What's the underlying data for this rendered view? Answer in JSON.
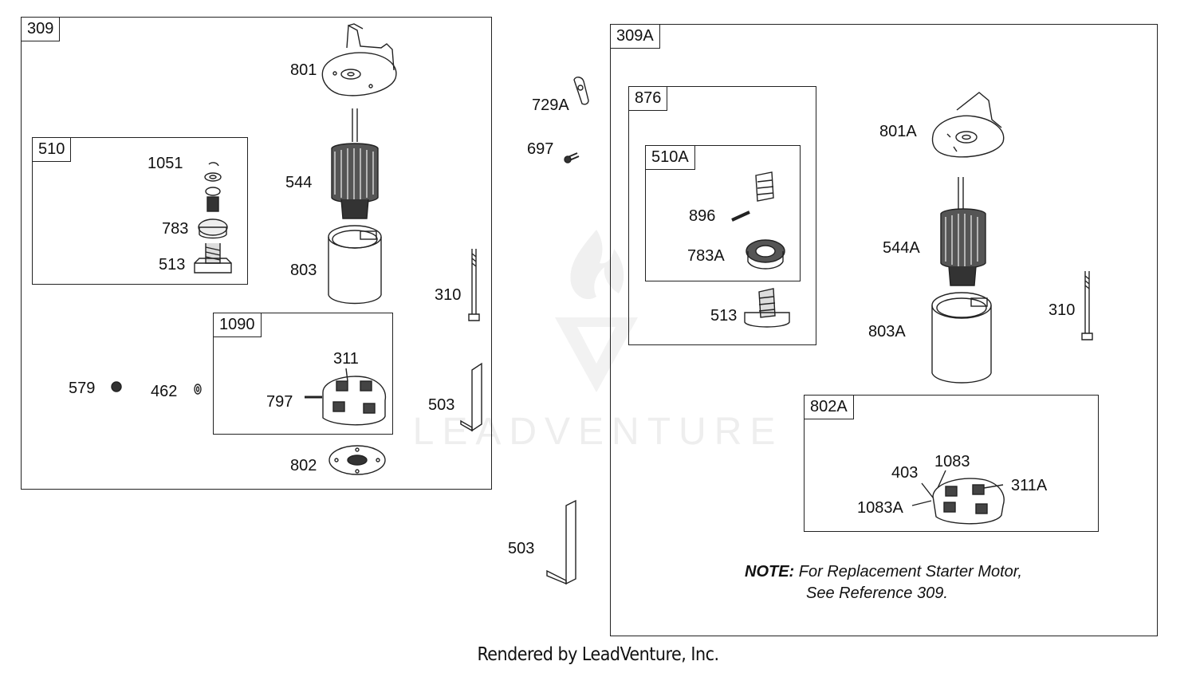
{
  "footer": "Rendered by LeadVenture, Inc.",
  "watermark": "LEADVENTURE",
  "note": {
    "prefix": "NOTE:",
    "line1": "For Replacement Starter Motor,",
    "line2": "See Reference 309."
  },
  "groups": {
    "g309": "309",
    "g510": "510",
    "g1090": "1090",
    "g309A": "309A",
    "g876": "876",
    "g510A": "510A",
    "g802A": "802A"
  },
  "labels": {
    "p801": "801",
    "p544": "544",
    "p803": "803",
    "p1051": "1051",
    "p783": "783",
    "p513": "513",
    "p311": "311",
    "p797": "797",
    "p802": "802",
    "p579": "579",
    "p462": "462",
    "p310": "310",
    "p503a": "503",
    "p729A": "729A",
    "p697": "697",
    "p503b": "503",
    "p896": "896",
    "p783A": "783A",
    "p513b": "513",
    "p801A": "801A",
    "p544A": "544A",
    "p803A": "803A",
    "p310b": "310",
    "p403": "403",
    "p1083": "1083",
    "p1083A": "1083A",
    "p311A": "311A"
  }
}
